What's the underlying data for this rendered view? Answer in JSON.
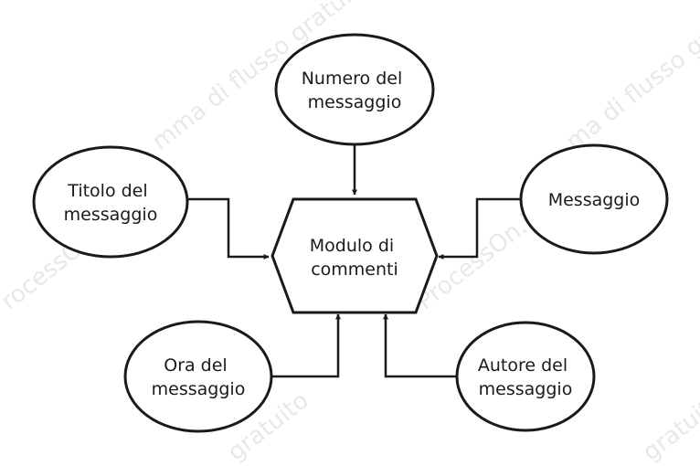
{
  "diagram": {
    "center": {
      "lines": [
        "Modulo di",
        "commenti"
      ]
    },
    "nodes": {
      "numero": {
        "lines": [
          "Numero del",
          "messaggio"
        ]
      },
      "titolo": {
        "lines": [
          "Titolo del",
          "messaggio"
        ]
      },
      "messaggio": {
        "lines": [
          "Messaggio"
        ]
      },
      "ora": {
        "lines": [
          "Ora del",
          "messaggio"
        ]
      },
      "autore": {
        "lines": [
          "Autore del",
          "messaggio"
        ]
      }
    },
    "colors": {
      "stroke": "#1a1a1a",
      "fill": "#ffffff",
      "text": "#1a1a1a",
      "watermark": "#d6d6d6"
    }
  },
  "watermark": {
    "text_a": "mma di flusso gratuito",
    "text_b": "rocessOn.io",
    "text_c": "ProcessOn.io",
    "text_d": "ma di flusso gra",
    "text_e": "gratuito",
    "text_f": "gratuito"
  }
}
